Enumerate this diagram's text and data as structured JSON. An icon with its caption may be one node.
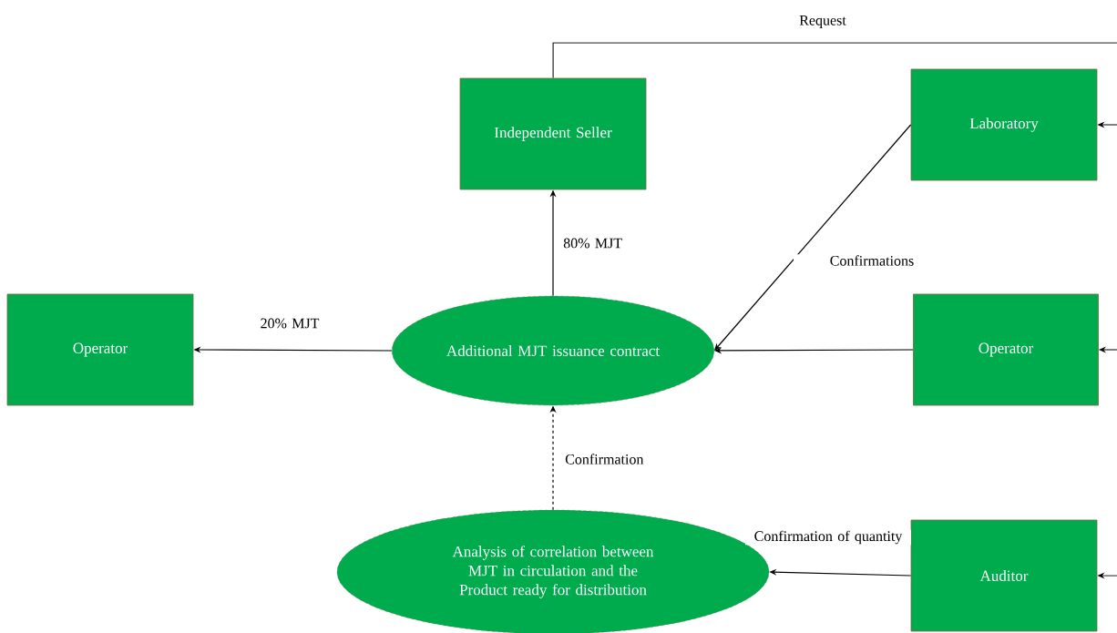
{
  "diagram": {
    "nodes": [
      {
        "text": [
          "Independent Seller"
        ]
      },
      {
        "text": [
          "Laboratory"
        ]
      },
      {
        "text": [
          "Operator"
        ]
      },
      {
        "text": [
          "Additional MJT issuance contract"
        ]
      },
      {
        "text": [
          "Operator"
        ]
      },
      {
        "text": [
          "Analysis of correlation between MJT in circulation and the Product ready for distribution"
        ]
      },
      {
        "text": [
          "Auditor"
        ]
      }
    ],
    "edges": [
      {
        "from": 3,
        "to": 0,
        "arrow": "to",
        "label": "80% MJT"
      },
      {
        "from": 3,
        "to": 2,
        "arrow": "to",
        "label": "20% MJT"
      },
      {
        "from": 1,
        "to": 3,
        "arrow": "to",
        "label": "Confirmations"
      },
      {
        "from": 4,
        "to": 3,
        "arrow": "to"
      },
      {
        "from": 5,
        "to": 3,
        "arrow": "to",
        "label": "Confirmation",
        "style": "dashed"
      },
      {
        "from": 6,
        "to": 5,
        "arrow": "to",
        "label": "Confirmation of quantity"
      },
      {
        "from": 0,
        "to": null,
        "arrow": "none",
        "label": "Request"
      },
      {
        "from": null,
        "to": 1,
        "arrow": "to"
      },
      {
        "from": null,
        "to": 4,
        "arrow": "to"
      },
      {
        "from": null,
        "to": 6,
        "arrow": "to"
      }
    ]
  }
}
